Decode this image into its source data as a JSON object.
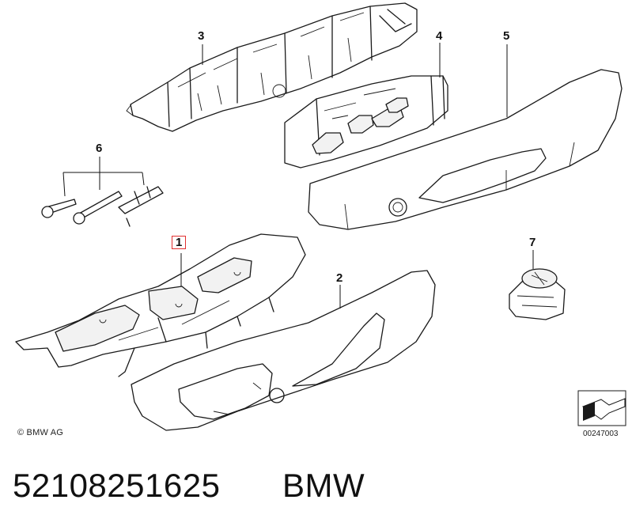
{
  "diagram": {
    "callouts": [
      {
        "id": "1",
        "label": "1",
        "highlighted": true
      },
      {
        "id": "2",
        "label": "2"
      },
      {
        "id": "3",
        "label": "3"
      },
      {
        "id": "4",
        "label": "4"
      },
      {
        "id": "5",
        "label": "5"
      },
      {
        "id": "6",
        "label": "6"
      },
      {
        "id": "7",
        "label": "7"
      }
    ],
    "copyright": "© BMW AG",
    "diagram_code": "00247003",
    "highlight_color": "#e23030"
  },
  "caption": {
    "part_number": "52108251625",
    "brand": "BMW"
  }
}
